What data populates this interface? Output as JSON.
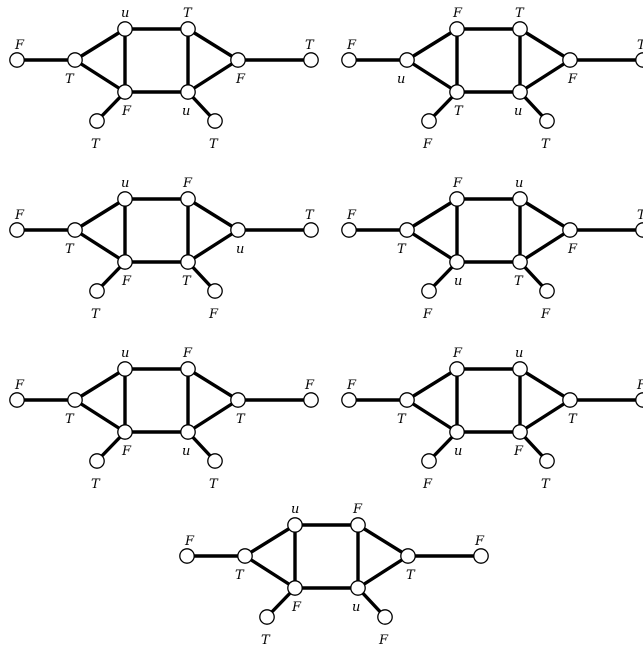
{
  "colors": {
    "edge": "#000000",
    "node_fill": "#ffffff",
    "background": "#ffffff"
  },
  "graphs": [
    {
      "id": "graph-1",
      "labels": {
        "left_leaf": "F",
        "left_hub": "T",
        "top_left": "u",
        "top_right": "T",
        "right_hub": "F",
        "right_leaf": "T",
        "bottom_left": "F",
        "bottom_right": "u",
        "leaf_bottom_left": "T",
        "leaf_bottom_right": "T"
      }
    },
    {
      "id": "graph-2",
      "labels": {
        "left_leaf": "F",
        "left_hub": "u",
        "top_left": "F",
        "top_right": "T",
        "right_hub": "F",
        "right_leaf": "T",
        "bottom_left": "T",
        "bottom_right": "u",
        "leaf_bottom_left": "F",
        "leaf_bottom_right": "T"
      }
    },
    {
      "id": "graph-3",
      "labels": {
        "left_leaf": "F",
        "left_hub": "T",
        "top_left": "u",
        "top_right": "F",
        "right_hub": "u",
        "right_leaf": "T",
        "bottom_left": "F",
        "bottom_right": "T",
        "leaf_bottom_left": "T",
        "leaf_bottom_right": "F"
      }
    },
    {
      "id": "graph-4",
      "labels": {
        "left_leaf": "F",
        "left_hub": "T",
        "top_left": "F",
        "top_right": "u",
        "right_hub": "F",
        "right_leaf": "T",
        "bottom_left": "u",
        "bottom_right": "T",
        "leaf_bottom_left": "F",
        "leaf_bottom_right": "F"
      }
    },
    {
      "id": "graph-5",
      "labels": {
        "left_leaf": "F",
        "left_hub": "T",
        "top_left": "u",
        "top_right": "F",
        "right_hub": "T",
        "right_leaf": "F",
        "bottom_left": "F",
        "bottom_right": "u",
        "leaf_bottom_left": "T",
        "leaf_bottom_right": "T"
      }
    },
    {
      "id": "graph-6",
      "labels": {
        "left_leaf": "F",
        "left_hub": "T",
        "top_left": "F",
        "top_right": "u",
        "right_hub": "T",
        "right_leaf": "F",
        "bottom_left": "u",
        "bottom_right": "F",
        "leaf_bottom_left": "F",
        "leaf_bottom_right": "T"
      }
    },
    {
      "id": "graph-7",
      "labels": {
        "left_leaf": "F",
        "left_hub": "T",
        "top_left": "u",
        "top_right": "F",
        "right_hub": "T",
        "right_leaf": "F",
        "bottom_left": "F",
        "bottom_right": "u",
        "leaf_bottom_left": "T",
        "leaf_bottom_right": "F"
      }
    }
  ]
}
